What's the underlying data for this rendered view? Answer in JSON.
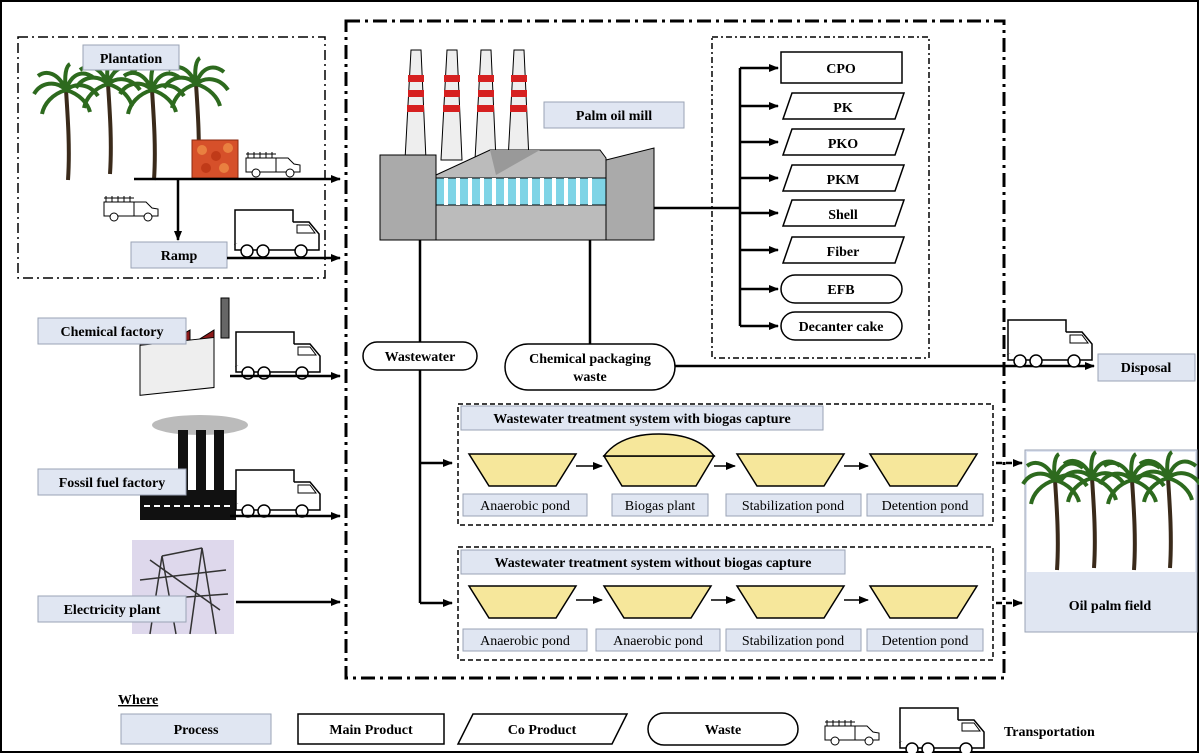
{
  "nodes": {
    "plantation": "Plantation",
    "ramp": "Ramp",
    "chemical_factory": "Chemical factory",
    "fossil_fuel_factory": "Fossil fuel factory",
    "electricity_plant": "Electricity plant",
    "palm_oil_mill": "Palm oil mill",
    "wastewater": "Wastewater",
    "chemical_packaging_1": "Chemical packaging",
    "chemical_packaging_2": "waste",
    "disposal": "Disposal",
    "oil_palm_field": "Oil palm field"
  },
  "products": [
    "CPO",
    "PK",
    "PKO",
    "PKM",
    "Shell",
    "Fiber",
    "EFB",
    "Decanter cake"
  ],
  "systems": [
    {
      "title": "Wastewater treatment system with biogas capture",
      "ponds": [
        "Anaerobic pond",
        "Biogas plant",
        "Stabilization pond",
        "Detention pond"
      ]
    },
    {
      "title": "Wastewater treatment system without biogas capture",
      "ponds": [
        "Anaerobic pond",
        "Anaerobic pond",
        "Stabilization pond",
        "Detention pond"
      ]
    }
  ],
  "legend": {
    "title": "Where",
    "process": "Process",
    "main_product": "Main Product",
    "co_product": "Co Product",
    "waste": "Waste",
    "transportation": "Transportation"
  },
  "colors": {
    "process_fill": "#e0e6f2",
    "pond_fill": "#f6e79b",
    "stack_stripe": "#d62020",
    "mill_window": "#7fd4e6"
  }
}
